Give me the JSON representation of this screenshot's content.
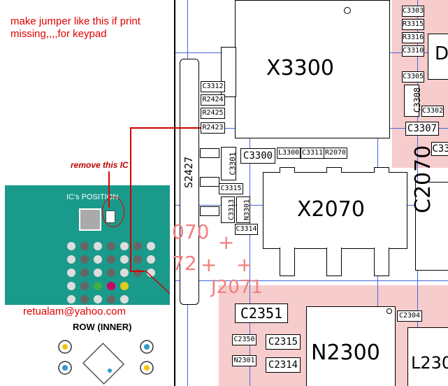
{
  "instruction": {
    "line1": "make jumper like this if print",
    "line2": "missing,,,,for keypad"
  },
  "remove_note": "remove this IC",
  "ic_panel": {
    "title": "IC's POSITION"
  },
  "email": "retualam@yahoo.com",
  "row_label": "ROW (INNER)",
  "components": {
    "x3300": "X3300",
    "x2070": "X2070",
    "n2300": "N2300",
    "c2070": "C2070",
    "l2300": "L230",
    "s2427": "S2427",
    "c2351": "C2351",
    "d": "D",
    "c3312": "C3312",
    "r2424": "R2424",
    "r2425": "R2425",
    "r2423": "R2423",
    "c3300": "C3300",
    "c3301": "C3301",
    "l3300": "L3300",
    "c3311": "C3311",
    "r2070": "R2070",
    "c3315": "C3315",
    "c3313": "C3313",
    "n3301": "N3301",
    "c3314": "C3314",
    "c3303": "C3303",
    "r3315": "R3315",
    "r3316": "R3316",
    "c3310": "C3310",
    "c3305": "C3305",
    "c3308": "C3308",
    "c3302": "C3302",
    "c3307": "C3307",
    "c33": "C33",
    "c2304": "C2304",
    "c2350": "C2350",
    "c2315": "C2315",
    "n2301": "N2301",
    "c2314": "C2314",
    "f070": "070",
    "f72": "72",
    "j2071": "J2071"
  },
  "colors": {
    "jumper": "#cc0000",
    "grid": "#4466dd",
    "pcb": "#1a9a8a",
    "pink": "#f6cccc"
  }
}
